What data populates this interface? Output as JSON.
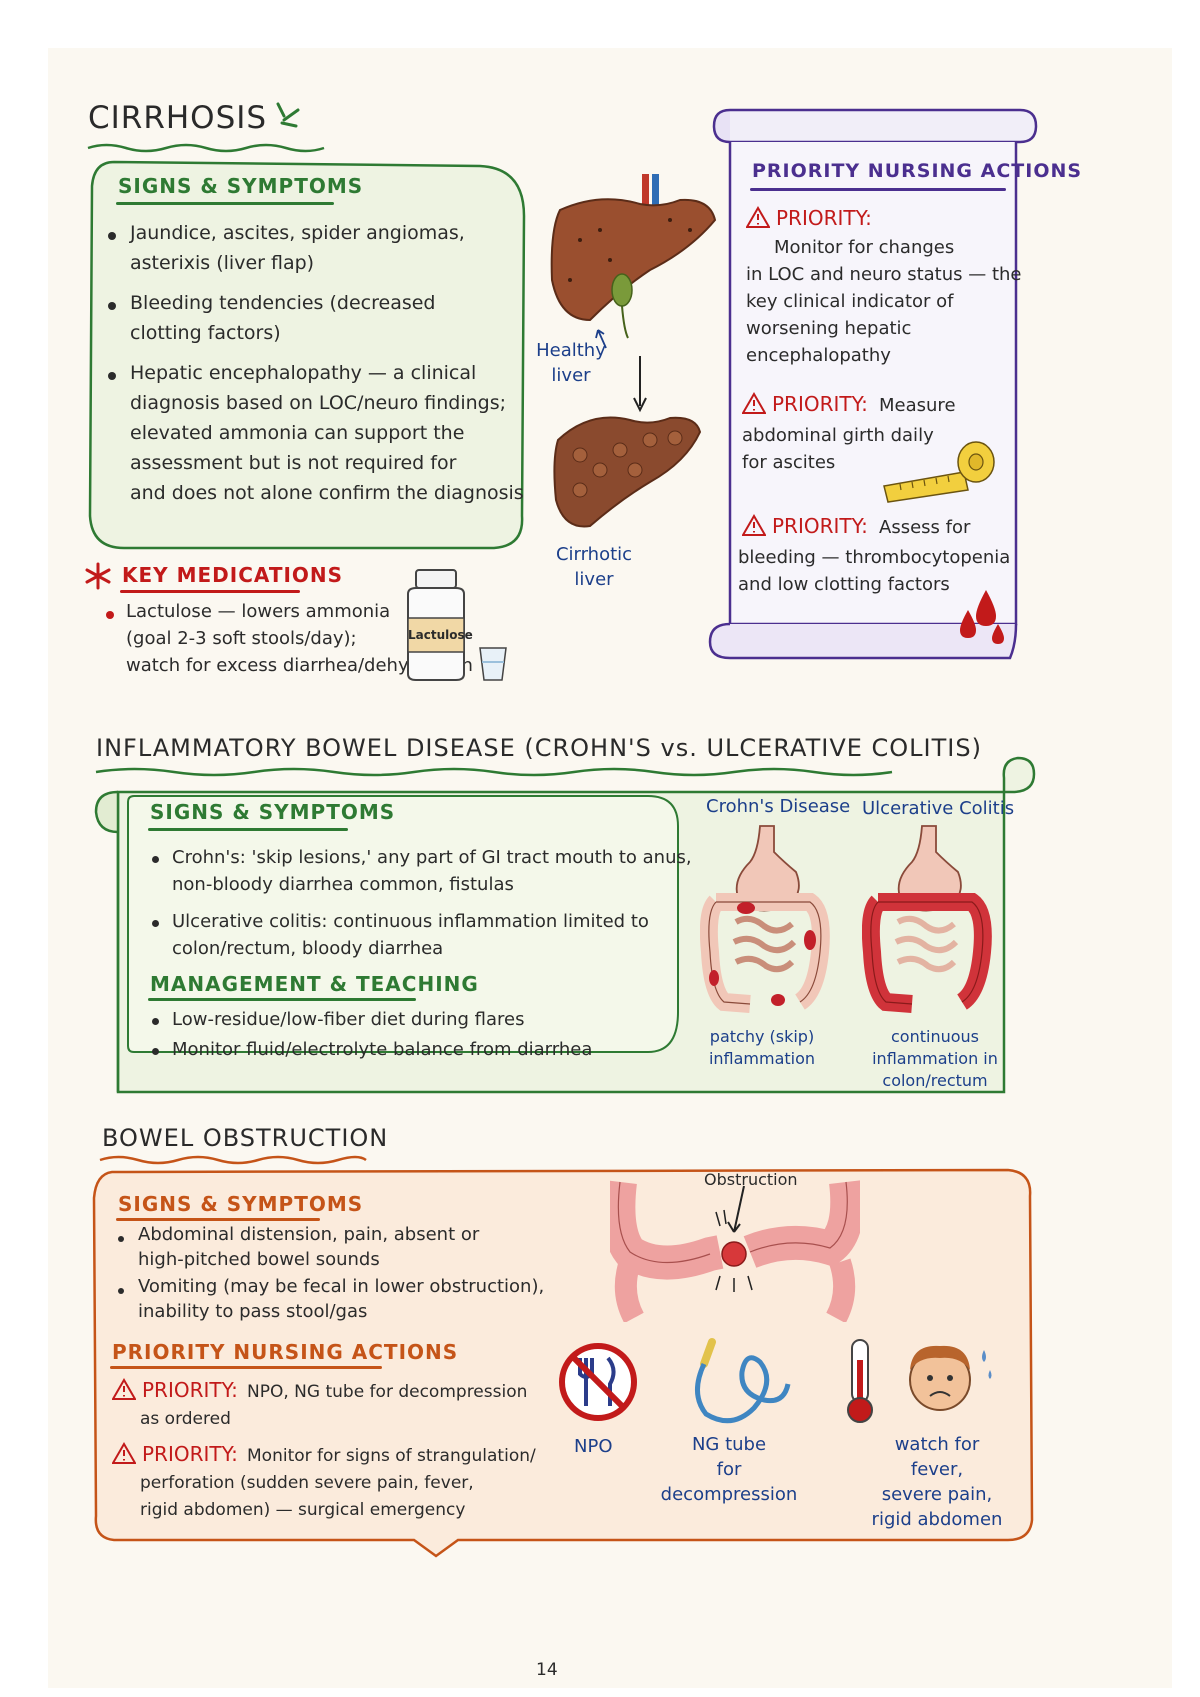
{
  "page_number": "14",
  "cirrhosis": {
    "title": "CIRRHOSIS",
    "signs_heading": "SIGNS & SYMPTOMS",
    "signs": [
      [
        "Jaundice, ascites, spider angiomas,",
        "asterixis (liver flap)"
      ],
      [
        "Bleeding tendencies (decreased",
        "clotting factors)"
      ],
      [
        "Hepatic encephalopathy — a clinical",
        "diagnosis based on LOC/neuro findings;",
        "elevated ammonia can support the",
        "assessment but is not required for",
        "and does not alone confirm the diagnosis"
      ]
    ],
    "meds_heading": "KEY MEDICATIONS",
    "meds": [
      "Lactulose — lowers ammonia",
      "(goal 2-3 soft stools/day);",
      "watch for excess diarrhea/dehydration"
    ],
    "bottle_label": "Lactulose",
    "healthy_label": [
      "Healthy",
      "liver"
    ],
    "cirrhotic_label": [
      "Cirrhotic",
      "liver"
    ],
    "actions_heading": "PRIORITY NURSING ACTIONS",
    "priority_word": "PRIORITY:",
    "action1": [
      "Monitor for changes",
      "in LOC and neuro status — the",
      "key clinical indicator of",
      "worsening hepatic",
      "encephalopathy"
    ],
    "action2_first": "Measure",
    "action2": [
      "abdominal girth daily",
      "for ascites"
    ],
    "action3_first": "Assess for",
    "action3": [
      "bleeding — thrombocytopenia",
      "and low clotting factors"
    ]
  },
  "ibd": {
    "title": "INFLAMMATORY BOWEL DISEASE (CROHN'S vs. ULCERATIVE COLITIS)",
    "signs_heading": "SIGNS & SYMPTOMS",
    "signs": [
      [
        "Crohn's: 'skip lesions,' any part of GI tract mouth to anus,",
        "non-bloody diarrhea common, fistulas"
      ],
      [
        "Ulcerative colitis: continuous inflammation limited to",
        "colon/rectum, bloody diarrhea"
      ]
    ],
    "mgmt_heading": "MANAGEMENT & TEACHING",
    "mgmt": [
      "Low-residue/low-fiber diet during flares",
      "Monitor fluid/electrolyte balance from diarrhea"
    ],
    "crohn_title": "Crohn's Disease",
    "uc_title": "Ulcerative Colitis",
    "crohn_caption": [
      "patchy (skip)",
      "inflammation"
    ],
    "uc_caption": [
      "continuous",
      "inflammation in",
      "colon/rectum"
    ]
  },
  "obstruction": {
    "title": "BOWEL OBSTRUCTION",
    "signs_heading": "SIGNS & SYMPTOMS",
    "signs": [
      [
        "Abdominal distension, pain, absent or",
        "high-pitched bowel sounds"
      ],
      [
        "Vomiting (may be fecal in lower obstruction),",
        "inability to pass stool/gas"
      ]
    ],
    "actions_heading": "PRIORITY NURSING ACTIONS",
    "priority_word": "PRIORITY:",
    "action1_first": "NPO, NG tube for decompression",
    "action1_second": "as ordered",
    "action2_first": "Monitor for signs of strangulation/",
    "action2": [
      "perforation (sudden severe pain, fever,",
      "rigid abdomen) — surgical emergency"
    ],
    "diagram_label": "Obstruction",
    "npo_label": "NPO",
    "ng_label": [
      "NG tube",
      "for decompression"
    ],
    "fever_label": [
      "watch for fever,",
      "severe pain,",
      "rigid abdomen"
    ]
  }
}
